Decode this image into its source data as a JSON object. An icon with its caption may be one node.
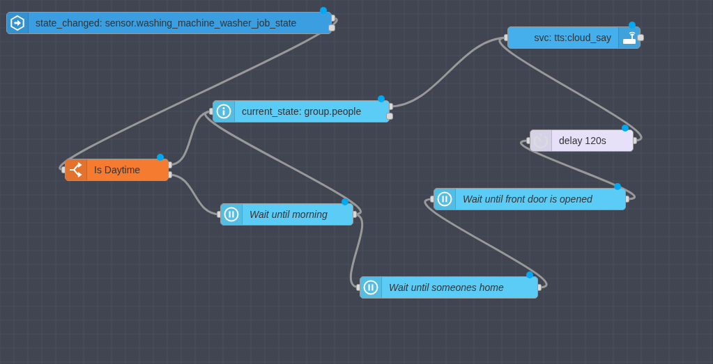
{
  "diagram": {
    "nodes": [
      {
        "text": [
          "state_changed: sensor.washing_machine_washer_job_state"
        ]
      },
      {
        "text": [
          "svc: tts:cloud_say"
        ]
      },
      {
        "text": [
          "current_state: group.people"
        ]
      },
      {
        "text": [
          "delay 120s"
        ]
      },
      {
        "text": [
          "Is Daytime"
        ]
      },
      {
        "text": [
          "Wait until front door is opened"
        ]
      },
      {
        "text": [
          "Wait until morning"
        ]
      },
      {
        "text": [
          "Wait until someones home"
        ]
      }
    ],
    "edges": [
      {
        "from": 0,
        "to": 4,
        "arrow": "other"
      },
      {
        "from": 4,
        "to": 2,
        "arrow": "other"
      },
      {
        "from": 4,
        "to": 6,
        "arrow": "other"
      },
      {
        "from": 6,
        "to": 2,
        "arrow": "other"
      },
      {
        "from": 6,
        "to": 7,
        "arrow": "other"
      },
      {
        "from": 2,
        "to": 1,
        "arrow": "other"
      },
      {
        "from": 3,
        "to": 1,
        "arrow": "other"
      },
      {
        "from": 5,
        "to": 3,
        "arrow": "other"
      },
      {
        "from": 7,
        "to": 5,
        "arrow": "other"
      }
    ]
  }
}
